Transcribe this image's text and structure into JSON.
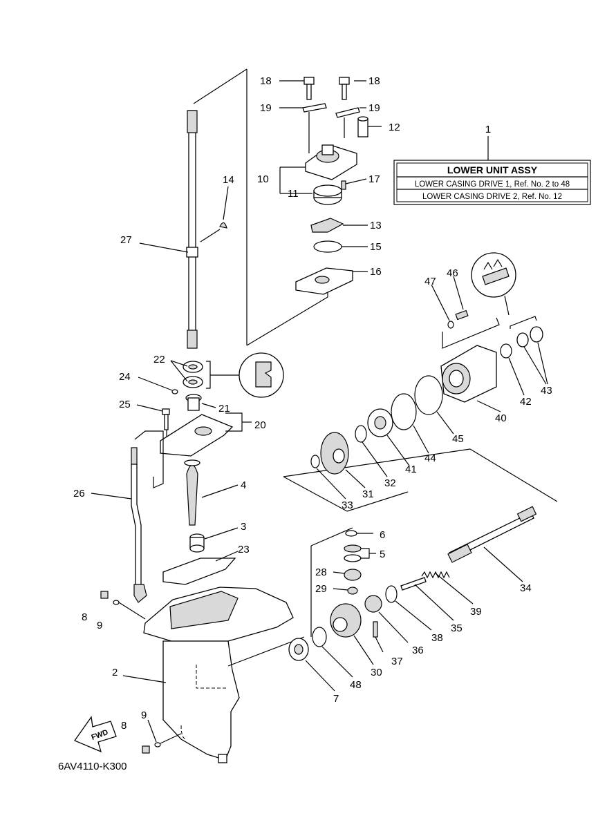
{
  "diagram_code": "6AV4110-K300",
  "fwd_label": "FWD",
  "info_box": {
    "number": "1",
    "title": "LOWER UNIT ASSY",
    "line1": "LOWER CASING DRIVE 1,  Ref. No. 2 to 48",
    "line2": "LOWER CASING DRIVE 2,  Ref. No. 12"
  },
  "callouts": {
    "c2": "2",
    "c3": "3",
    "c4": "4",
    "c5": "5",
    "c6": "6",
    "c7": "7",
    "c8a": "8",
    "c8b": "8",
    "c9a": "9",
    "c9b": "9",
    "c10": "10",
    "c11": "11",
    "c12": "12",
    "c13": "13",
    "c14": "14",
    "c15": "15",
    "c16": "16",
    "c17": "17",
    "c18a": "18",
    "c18b": "18",
    "c19a": "19",
    "c19b": "19",
    "c20": "20",
    "c21": "21",
    "c22": "22",
    "c23": "23",
    "c24": "24",
    "c25": "25",
    "c26": "26",
    "c27": "27",
    "c28": "28",
    "c29": "29",
    "c30": "30",
    "c31": "31",
    "c32": "32",
    "c33": "33",
    "c34": "34",
    "c35": "35",
    "c36": "36",
    "c37": "37",
    "c38": "38",
    "c39": "39",
    "c40": "40",
    "c41": "41",
    "c42": "42",
    "c43": "43",
    "c44": "44",
    "c45": "45",
    "c46": "46",
    "c47": "47",
    "c48": "48"
  }
}
